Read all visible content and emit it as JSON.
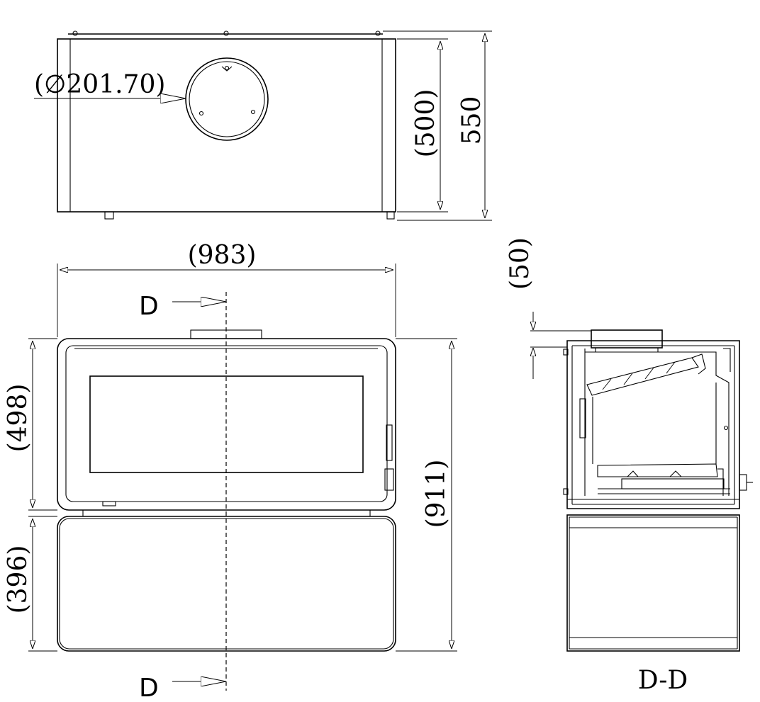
{
  "dimensions": {
    "flue_diameter": "(∅201.70)",
    "depth_inner": "(500)",
    "depth_total": "550",
    "width": "(983)",
    "firebox_height": "(498)",
    "base_height": "(396)",
    "total_height": "(911)",
    "collar_height": "(50)"
  },
  "section": {
    "marker_top": "D",
    "marker_bottom": "D",
    "view_label": "D-D"
  }
}
